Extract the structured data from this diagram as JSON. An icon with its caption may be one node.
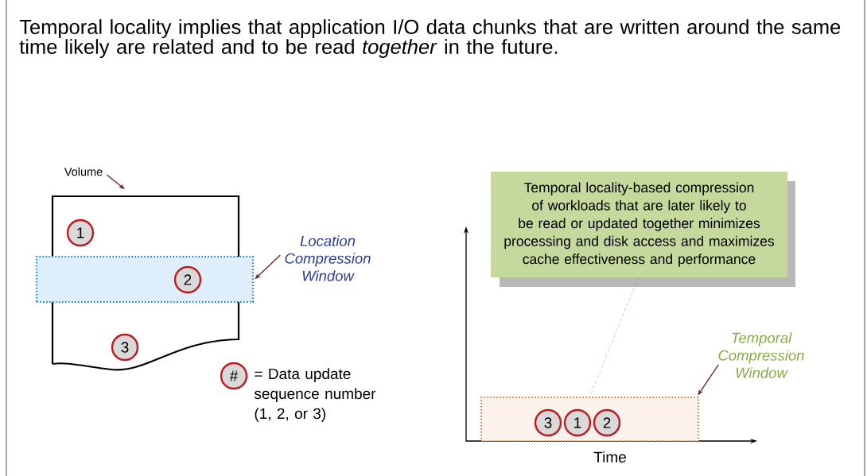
{
  "diagram": {
    "title": "Temporal locality implies that application I/O data chunks that are written around the same time likely are related and to be read *together* in the future.",
    "nodes": [
      {
        "text": [
          "Volume"
        ]
      },
      {
        "text": [],
        "shape": "box"
      },
      {
        "text": [
          "1"
        ],
        "in": 1
      },
      {
        "text": [],
        "shape": "box"
      },
      {
        "text": [
          "2"
        ],
        "in": 3
      },
      {
        "text": [
          "3"
        ],
        "in": 1
      },
      {
        "text": [
          "Location Compression Window"
        ]
      },
      {
        "text": [
          "#"
        ],
        "beside": [
          "= Data update sequence number (1, 2, or 3)"
        ]
      },
      {
        "text": [
          "Temporal locality-based compression of workloads that are later likely to be read or updated together minimizes processing and disk access and maximizes cache effectiveness and performance"
        ]
      },
      {
        "text": [],
        "shape": "box"
      },
      {
        "text": [
          "3"
        ],
        "in": 9
      },
      {
        "text": [
          "1"
        ],
        "in": 9
      },
      {
        "text": [
          "2"
        ],
        "in": 9
      },
      {
        "text": [
          "Temporal Compression Window"
        ]
      }
    ],
    "edges": [
      {
        "from": 0,
        "to": 1,
        "arrow": "to"
      },
      {
        "from": 6,
        "to": 3,
        "arrow": "to"
      },
      {
        "from": 13,
        "to": 9,
        "arrow": "to"
      },
      {
        "from": 8,
        "to": 9,
        "arrow": "none",
        "style": "dashed",
        "color": "#2aa86a"
      }
    ],
    "labels": [
      "Time"
    ]
  }
}
